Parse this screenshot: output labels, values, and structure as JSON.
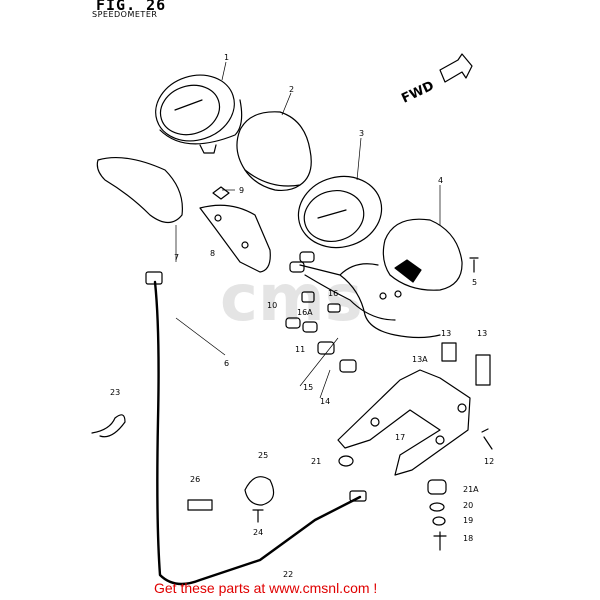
{
  "figure": {
    "title": "FIG. 26",
    "subtitle": "SPEEDOMETER"
  },
  "direction_label": "FWD",
  "watermark": "cms",
  "footer": "Get these parts at www.cmsnl.com !",
  "callouts": [
    "1",
    "2",
    "3",
    "4",
    "5",
    "6",
    "7",
    "8",
    "9",
    "10",
    "11",
    "12",
    "13",
    "13",
    "13A",
    "14",
    "15",
    "16",
    "16A",
    "17",
    "18",
    "19",
    "20",
    "21",
    "21A",
    "22",
    "23",
    "24",
    "25",
    "26"
  ],
  "colors": {
    "footer": "#e00000",
    "line": "#000000",
    "watermark": "#d9d9d9"
  }
}
